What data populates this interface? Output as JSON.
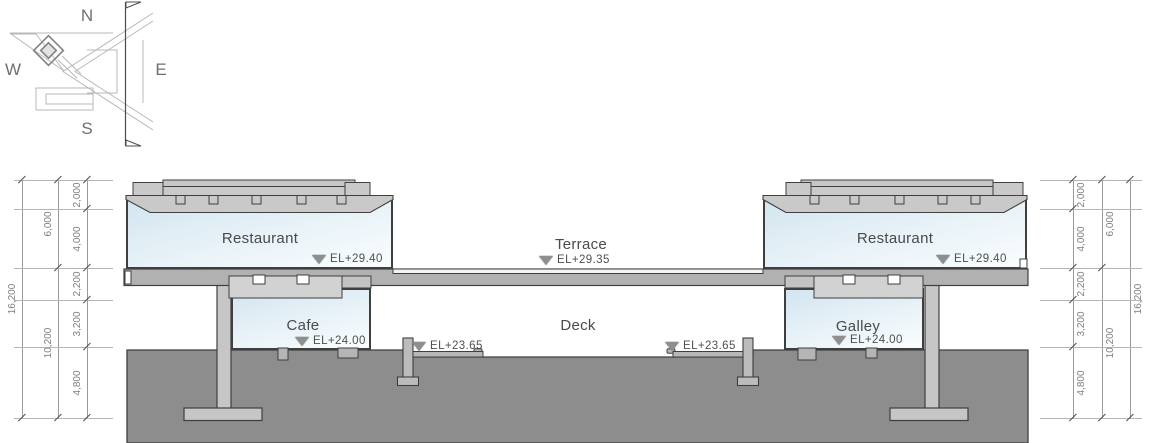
{
  "compass": {
    "north": "N",
    "east": "E",
    "south": "S",
    "west": "W"
  },
  "rooms": {
    "restaurant_left": "Restaurant",
    "restaurant_right": "Restaurant",
    "terrace": "Terrace",
    "cafe": "Cafe",
    "deck": "Deck",
    "galley": "Galley"
  },
  "elevations": {
    "restaurant_left": "EL+29.40",
    "restaurant_right": "EL+29.40",
    "terrace": "EL+29.35",
    "cafe": "EL+24.00",
    "galley": "EL+24.00",
    "deck_left": "EL+23.65",
    "deck_right": "EL+23.65"
  },
  "dimensions": {
    "left": {
      "total": "16,200",
      "mid": [
        "6,000",
        "10,200"
      ],
      "inner": [
        "2,000",
        "4,000",
        "2,200",
        "3,200",
        "4,800"
      ]
    },
    "right": {
      "total": "16,200",
      "mid": [
        "6,000",
        "10,200"
      ],
      "inner": [
        "2,000",
        "4,000",
        "2,200",
        "3,200",
        "4,800"
      ]
    }
  },
  "colors": {
    "glass_top": "#d2e5ef",
    "glass_bottom": "#fafdfe",
    "roof_structure": "#c9c9c9",
    "floor_slab": "#b1b1b1",
    "ground": "#8d8d8d",
    "outline": "#3f3f3f",
    "dim_line": "#9a9a9a"
  }
}
